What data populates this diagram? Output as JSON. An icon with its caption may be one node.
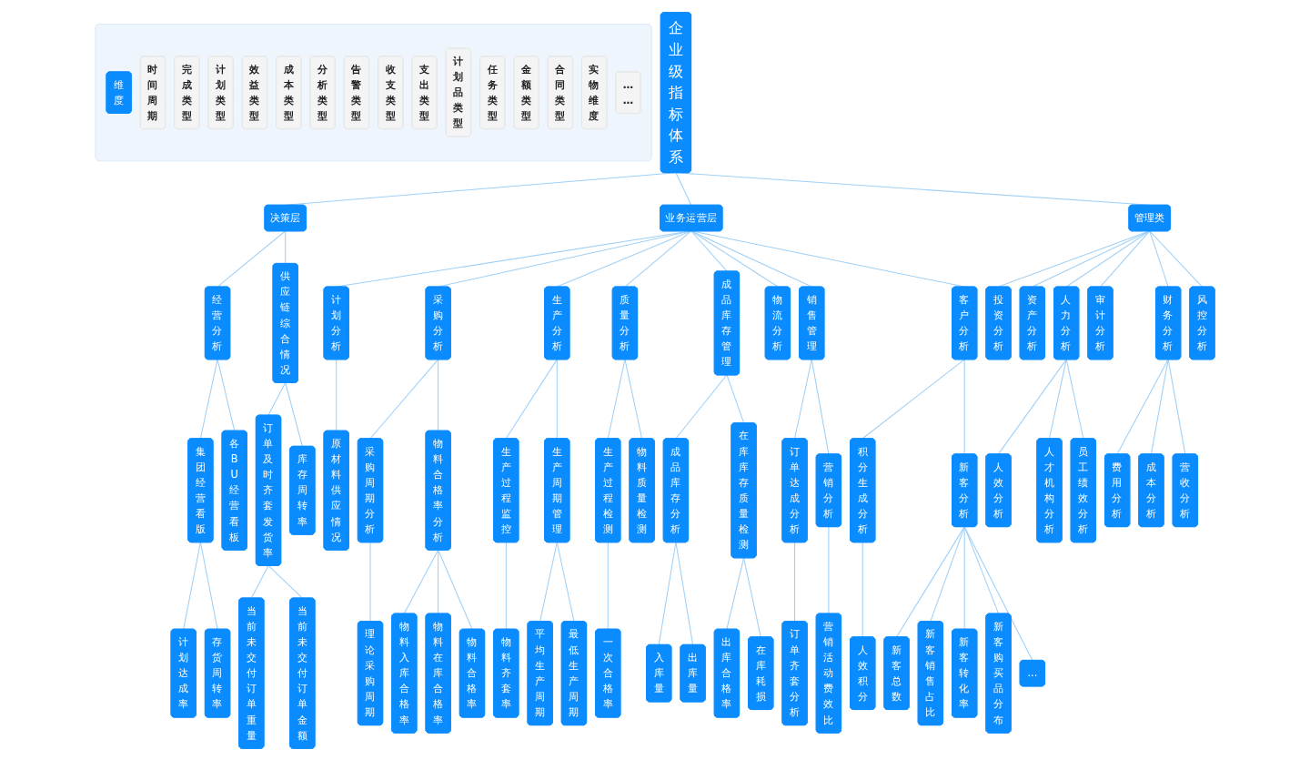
{
  "diagram": {
    "nodes": [
      {
        "text": [],
        "shape": "box"
      },
      {
        "text": [
          "维度"
        ],
        "in": 0
      },
      {
        "text": [
          "时间周期"
        ],
        "in": 0
      },
      {
        "text": [
          "完成类型"
        ],
        "in": 0
      },
      {
        "text": [
          "计划类型"
        ],
        "in": 0
      },
      {
        "text": [
          "效益类型"
        ],
        "in": 0
      },
      {
        "text": [
          "成本类型"
        ],
        "in": 0
      },
      {
        "text": [
          "分析类型"
        ],
        "in": 0
      },
      {
        "text": [
          "告警类型"
        ],
        "in": 0
      },
      {
        "text": [
          "收支类型"
        ],
        "in": 0
      },
      {
        "text": [
          "支出类型"
        ],
        "in": 0
      },
      {
        "text": [
          "计划品类型"
        ],
        "in": 0
      },
      {
        "text": [
          "任务类型"
        ],
        "in": 0
      },
      {
        "text": [
          "金额类型"
        ],
        "in": 0
      },
      {
        "text": [
          "合同类型"
        ],
        "in": 0
      },
      {
        "text": [
          "实物维度"
        ],
        "in": 0
      },
      {
        "text": [
          "……"
        ],
        "in": 0
      },
      {
        "text": [
          "企业级指标体系"
        ]
      },
      {
        "text": [
          "决策层"
        ]
      },
      {
        "text": [
          "业务运营层"
        ]
      },
      {
        "text": [
          "管理类"
        ]
      },
      {
        "text": [
          "经营分析"
        ]
      },
      {
        "text": [
          "供应链综合情况"
        ]
      },
      {
        "text": [
          "计划分析"
        ]
      },
      {
        "text": [
          "采购分析"
        ]
      },
      {
        "text": [
          "生产分析"
        ]
      },
      {
        "text": [
          "质量分析"
        ]
      },
      {
        "text": [
          "成品库存管理"
        ]
      },
      {
        "text": [
          "物流分析"
        ]
      },
      {
        "text": [
          "销售管理"
        ]
      },
      {
        "text": [
          "客户分析"
        ]
      },
      {
        "text": [
          "投资分析"
        ]
      },
      {
        "text": [
          "资产分析"
        ]
      },
      {
        "text": [
          "人力分析"
        ]
      },
      {
        "text": [
          "审计分析"
        ]
      },
      {
        "text": [
          "财务分析"
        ]
      },
      {
        "text": [
          "风控分析"
        ]
      },
      {
        "text": [
          "集团经营看版"
        ]
      },
      {
        "text": [
          "各BU经营看板"
        ]
      },
      {
        "text": [
          "订单及时齐套发货率"
        ]
      },
      {
        "text": [
          "库存周转率"
        ]
      },
      {
        "text": [
          "原材料供应情况"
        ]
      },
      {
        "text": [
          "采购周期分析"
        ]
      },
      {
        "text": [
          "物料合格率分析"
        ]
      },
      {
        "text": [
          "生产过程监控"
        ]
      },
      {
        "text": [
          "生产周期管理"
        ]
      },
      {
        "text": [
          "生产过程检测"
        ]
      },
      {
        "text": [
          "物料质量检测"
        ]
      },
      {
        "text": [
          "成品库存分析"
        ]
      },
      {
        "text": [
          "在库库存质量检测"
        ]
      },
      {
        "text": [
          "订单达成分析"
        ]
      },
      {
        "text": [
          "营销分析"
        ]
      },
      {
        "text": [
          "积分生成分析"
        ]
      },
      {
        "text": [
          "新客分析"
        ]
      },
      {
        "text": [
          "人效分析"
        ]
      },
      {
        "text": [
          "人才机构分析"
        ]
      },
      {
        "text": [
          "员工绩效分析"
        ]
      },
      {
        "text": [
          "费用分析"
        ]
      },
      {
        "text": [
          "成本分析"
        ]
      },
      {
        "text": [
          "营收分析"
        ]
      },
      {
        "text": [
          "计划达成率"
        ]
      },
      {
        "text": [
          "存货周转率"
        ]
      },
      {
        "text": [
          "当前未交付订单重量"
        ]
      },
      {
        "text": [
          "当前未交付订单金额"
        ]
      },
      {
        "text": [
          "理论采购周期"
        ]
      },
      {
        "text": [
          "物料入库合格率"
        ]
      },
      {
        "text": [
          "物料在库合格率"
        ]
      },
      {
        "text": [
          "物料合格率"
        ]
      },
      {
        "text": [
          "物料齐套率"
        ]
      },
      {
        "text": [
          "平均生产周期"
        ]
      },
      {
        "text": [
          "最低生产周期"
        ]
      },
      {
        "text": [
          "一次合格率"
        ]
      },
      {
        "text": [
          "入库量"
        ]
      },
      {
        "text": [
          "出库量"
        ]
      },
      {
        "text": [
          "出库合格率"
        ]
      },
      {
        "text": [
          "在库耗损"
        ]
      },
      {
        "text": [
          "订单齐套分析"
        ]
      },
      {
        "text": [
          "营销活动费效比"
        ]
      },
      {
        "text": [
          "人效积分"
        ]
      },
      {
        "text": [
          "新客总数"
        ]
      },
      {
        "text": [
          "新客销售占比"
        ]
      },
      {
        "text": [
          "新客转化率"
        ]
      },
      {
        "text": [
          "新客购买品分布"
        ]
      },
      {
        "text": [
          "..."
        ]
      }
    ],
    "edges": [
      {
        "from": 17,
        "to": 18,
        "arrow": "none"
      },
      {
        "from": 17,
        "to": 19,
        "arrow": "none"
      },
      {
        "from": 17,
        "to": 20,
        "arrow": "none"
      },
      {
        "from": 18,
        "to": 21,
        "arrow": "none"
      },
      {
        "from": 18,
        "to": 22,
        "arrow": "none"
      },
      {
        "from": 19,
        "to": 23,
        "arrow": "none"
      },
      {
        "from": 19,
        "to": 24,
        "arrow": "none"
      },
      {
        "from": 19,
        "to": 25,
        "arrow": "none"
      },
      {
        "from": 19,
        "to": 26,
        "arrow": "none"
      },
      {
        "from": 19,
        "to": 27,
        "arrow": "none"
      },
      {
        "from": 19,
        "to": 28,
        "arrow": "none"
      },
      {
        "from": 19,
        "to": 29,
        "arrow": "none"
      },
      {
        "from": 19,
        "to": 30,
        "arrow": "none"
      },
      {
        "from": 20,
        "to": 31,
        "arrow": "none"
      },
      {
        "from": 20,
        "to": 32,
        "arrow": "none"
      },
      {
        "from": 20,
        "to": 33,
        "arrow": "none"
      },
      {
        "from": 20,
        "to": 34,
        "arrow": "none"
      },
      {
        "from": 20,
        "to": 35,
        "arrow": "none"
      },
      {
        "from": 20,
        "to": 36,
        "arrow": "none"
      },
      {
        "from": 21,
        "to": 37,
        "arrow": "none"
      },
      {
        "from": 21,
        "to": 38,
        "arrow": "none"
      },
      {
        "from": 22,
        "to": 39,
        "arrow": "none"
      },
      {
        "from": 22,
        "to": 40,
        "arrow": "none"
      },
      {
        "from": 23,
        "to": 41,
        "arrow": "none"
      },
      {
        "from": 24,
        "to": 42,
        "arrow": "none"
      },
      {
        "from": 24,
        "to": 43,
        "arrow": "none"
      },
      {
        "from": 25,
        "to": 44,
        "arrow": "none"
      },
      {
        "from": 25,
        "to": 45,
        "arrow": "none"
      },
      {
        "from": 26,
        "to": 46,
        "arrow": "none"
      },
      {
        "from": 26,
        "to": 47,
        "arrow": "none"
      },
      {
        "from": 27,
        "to": 48,
        "arrow": "none"
      },
      {
        "from": 27,
        "to": 49,
        "arrow": "none"
      },
      {
        "from": 29,
        "to": 50,
        "arrow": "none"
      },
      {
        "from": 29,
        "to": 51,
        "arrow": "none"
      },
      {
        "from": 30,
        "to": 52,
        "arrow": "none"
      },
      {
        "from": 30,
        "to": 53,
        "arrow": "none"
      },
      {
        "from": 33,
        "to": 54,
        "arrow": "none"
      },
      {
        "from": 33,
        "to": 55,
        "arrow": "none"
      },
      {
        "from": 33,
        "to": 56,
        "arrow": "none"
      },
      {
        "from": 35,
        "to": 57,
        "arrow": "none"
      },
      {
        "from": 35,
        "to": 58,
        "arrow": "none"
      },
      {
        "from": 35,
        "to": 59,
        "arrow": "none"
      },
      {
        "from": 37,
        "to": 60,
        "arrow": "none"
      },
      {
        "from": 37,
        "to": 61,
        "arrow": "none"
      },
      {
        "from": 39,
        "to": 62,
        "arrow": "none"
      },
      {
        "from": 39,
        "to": 63,
        "arrow": "none"
      },
      {
        "from": 42,
        "to": 64,
        "arrow": "none"
      },
      {
        "from": 43,
        "to": 65,
        "arrow": "none"
      },
      {
        "from": 43,
        "to": 66,
        "arrow": "none"
      },
      {
        "from": 43,
        "to": 67,
        "arrow": "none"
      },
      {
        "from": 44,
        "to": 68,
        "arrow": "none"
      },
      {
        "from": 45,
        "to": 69,
        "arrow": "none"
      },
      {
        "from": 45,
        "to": 70,
        "arrow": "none"
      },
      {
        "from": 46,
        "to": 71,
        "arrow": "none"
      },
      {
        "from": 48,
        "to": 72,
        "arrow": "none"
      },
      {
        "from": 48,
        "to": 73,
        "arrow": "none"
      },
      {
        "from": 49,
        "to": 74,
        "arrow": "none"
      },
      {
        "from": 49,
        "to": 75,
        "arrow": "none"
      },
      {
        "from": 50,
        "to": 76,
        "arrow": "none"
      },
      {
        "from": 51,
        "to": 77,
        "arrow": "none"
      },
      {
        "from": 52,
        "to": 78,
        "arrow": "none"
      },
      {
        "from": 53,
        "to": 79,
        "arrow": "none"
      },
      {
        "from": 53,
        "to": 80,
        "arrow": "none"
      },
      {
        "from": 53,
        "to": 81,
        "arrow": "none"
      },
      {
        "from": 53,
        "to": 82,
        "arrow": "none"
      },
      {
        "from": 53,
        "to": 83,
        "arrow": "none"
      }
    ]
  }
}
